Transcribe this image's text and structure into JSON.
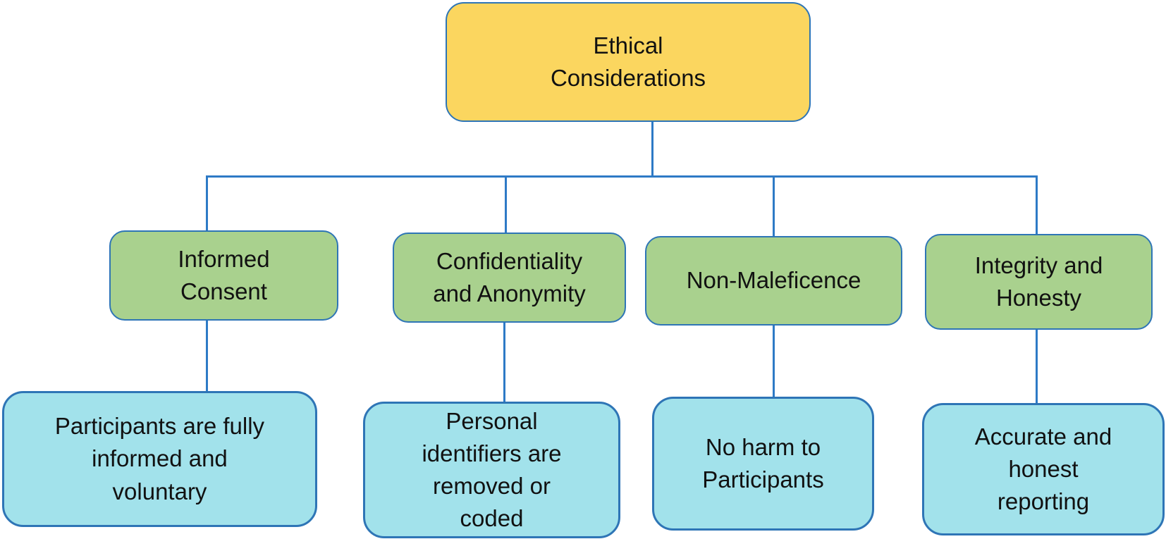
{
  "colors": {
    "root-fill": "#fbd65f",
    "category-fill": "#a9d18e",
    "detail-fill": "#a2e2eb",
    "box-border": "#2e75b6",
    "connector": "#2e7ac6",
    "text": "#111111"
  },
  "diagram": {
    "title_node": {
      "label": "Ethical\nConsiderations"
    },
    "categories": [
      {
        "label": "Informed\nConsent"
      },
      {
        "label": "Confidentiality\nand Anonymity"
      },
      {
        "label": "Non-Maleficence"
      },
      {
        "label": "Integrity and\nHonesty"
      }
    ],
    "details": [
      {
        "label": "Participants are fully\ninformed and\nvoluntary"
      },
      {
        "label": "Personal\nidentifiers are\nremoved or\ncoded"
      },
      {
        "label": "No harm to\nParticipants"
      },
      {
        "label": "Accurate and\nhonest\nreporting"
      }
    ]
  }
}
